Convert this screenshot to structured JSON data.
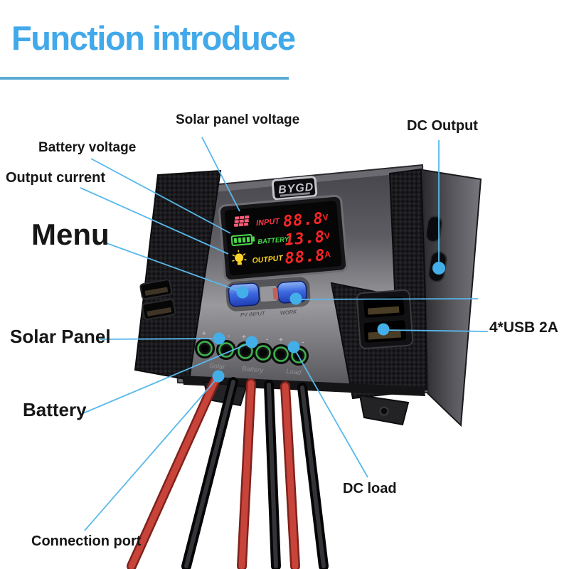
{
  "title": "Function introduce",
  "colors": {
    "accent_line": "#58b8ec",
    "title": "#41a9ea",
    "display_input": "#ff3344",
    "display_battery": "#45d645",
    "display_output": "#ffd21f",
    "display_value": "#ff2525"
  },
  "device": {
    "brand": "BYGD",
    "display": {
      "rows": [
        {
          "icon": "solar-panel-icon",
          "label": "INPUT",
          "value": "88.8",
          "unit": "V"
        },
        {
          "icon": "battery-icon",
          "label": "BATTERY",
          "value": "13.8",
          "unit": "V"
        },
        {
          "icon": "load-bulb-icon",
          "label": "OUTPUT",
          "value": "88.8",
          "unit": "A"
        }
      ]
    },
    "buttons": [
      {
        "caption": "PV INPUT"
      },
      {
        "caption": "WORK"
      }
    ],
    "terminals": {
      "markers": [
        "+",
        "-",
        "+",
        "-",
        "+",
        "-"
      ],
      "groups": [
        "Solar",
        "Battery",
        "Load"
      ]
    }
  },
  "annotations": {
    "solar_panel_voltage": "Solar panel voltage",
    "dc_output": "DC Output",
    "battery_voltage": "Battery voltage",
    "output_current": "Output current",
    "menu": "Menu",
    "solar_panel": "Solar Panel",
    "usb": "4*USB 2A",
    "battery": "Battery",
    "dc_load": "DC load",
    "connection_port": "Connection port"
  }
}
